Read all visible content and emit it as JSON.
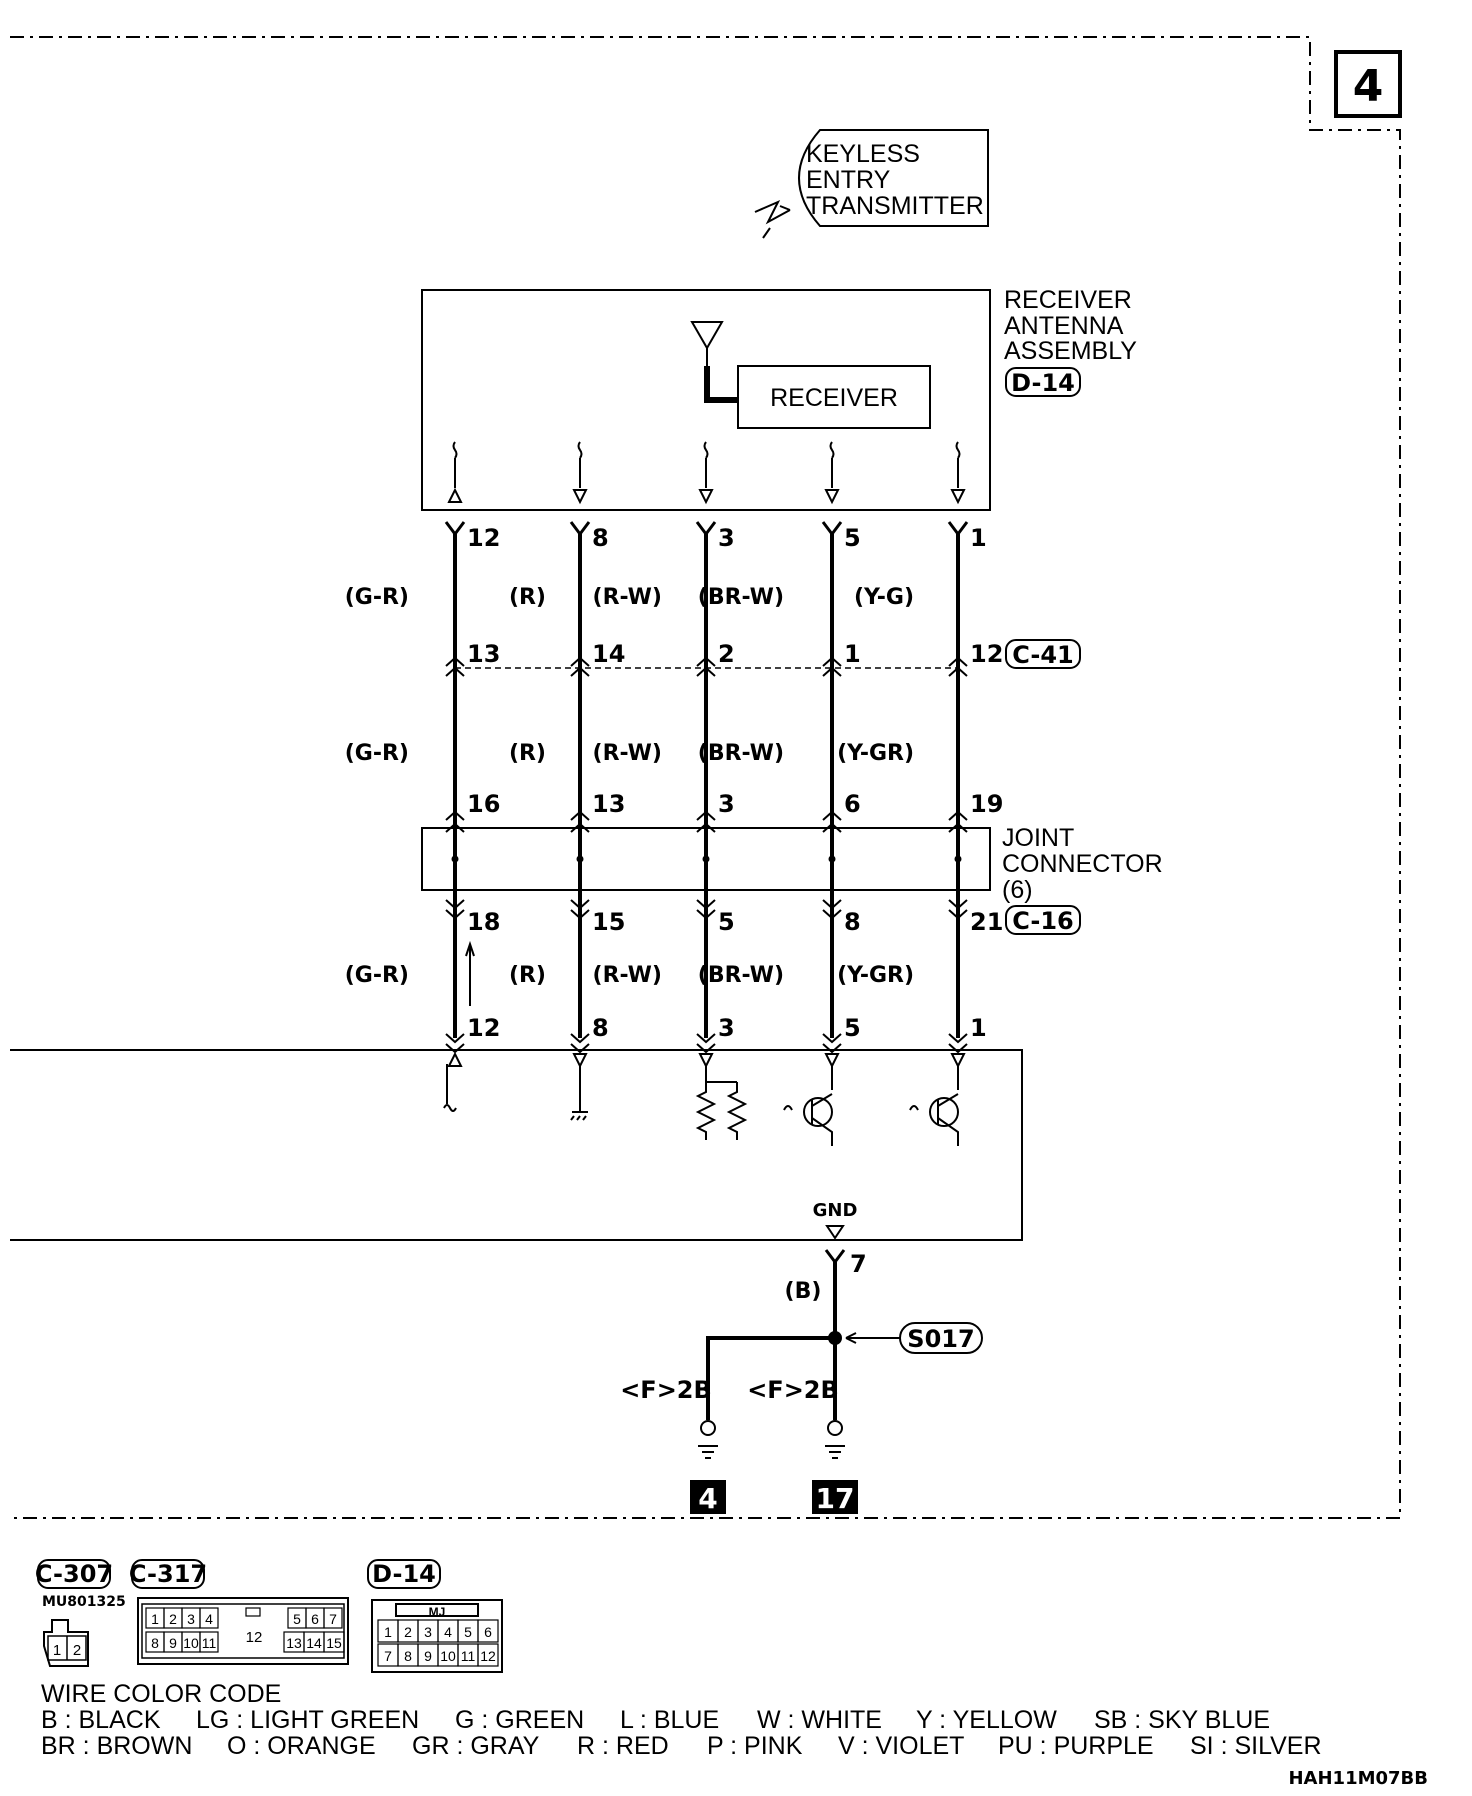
{
  "page_number": "4",
  "transmitter": {
    "line1": "KEYLESS",
    "line2": "ENTRY",
    "line3": "TRANSMITTER"
  },
  "receiver_assembly": {
    "line1": "RECEIVER",
    "line2": "ANTENNA",
    "line3": "ASSEMBLY",
    "connector": "D-14",
    "inner": "RECEIVER"
  },
  "connector_c41": "C-41",
  "joint_connector": {
    "line1": "JOINT",
    "line2": "CONNECTOR",
    "line3": "(6)",
    "connector": "C-16"
  },
  "wires": [
    {
      "pin_top": "12",
      "color_a": "(G-R)",
      "pin_c41_top": "13",
      "color_b": "(G-R)",
      "pin_joint_in": "16",
      "pin_joint_out": "18",
      "color_c": "(G-R)",
      "pin_bottom": "12"
    },
    {
      "pin_top": "8",
      "color_a": "(R)",
      "pin_c41_top": "14",
      "color_b": "(R)",
      "pin_joint_in": "13",
      "pin_joint_out": "15",
      "color_c": "(R)",
      "pin_bottom": "8"
    },
    {
      "pin_top": "3",
      "color_a": "(R-W)",
      "pin_c41_top": "2",
      "color_b": "(R-W)",
      "pin_joint_in": "3",
      "pin_joint_out": "5",
      "color_c": "(R-W)",
      "pin_bottom": "3"
    },
    {
      "pin_top": "5",
      "color_a": "(BR-W)",
      "pin_c41_top": "1",
      "color_b": "(BR-W)",
      "pin_joint_in": "6",
      "pin_joint_out": "8",
      "color_c": "(BR-W)",
      "pin_bottom": "5"
    },
    {
      "pin_top": "1",
      "color_a": "(Y-G)",
      "pin_c41_top": "12",
      "color_b": "(Y-GR)",
      "pin_joint_in": "19",
      "pin_joint_out": "21",
      "color_c": "(Y-GR)",
      "pin_bottom": "1"
    }
  ],
  "ground": {
    "label": "GND",
    "pin": "7",
    "wire_color": "(B)",
    "splice": "S017",
    "left_ref": "<F>2B",
    "right_ref": "<F>2B",
    "left_point": "4",
    "right_point": "17"
  },
  "connector_views": [
    {
      "name": "C-307",
      "part": "MU801325",
      "pins": [
        "1",
        "2"
      ]
    },
    {
      "name": "C-317",
      "pins_row1": [
        "1",
        "2",
        "3",
        "4",
        "5",
        "6",
        "7"
      ],
      "pins_row2": [
        "8",
        "9",
        "10",
        "11",
        "13",
        "14",
        "15"
      ],
      "center": "12"
    },
    {
      "name": "D-14",
      "tag": "MJ",
      "pins_row1": [
        "1",
        "2",
        "3",
        "4",
        "5",
        "6"
      ],
      "pins_row2": [
        "7",
        "8",
        "9",
        "10",
        "11",
        "12"
      ]
    }
  ],
  "legend": {
    "title": "WIRE COLOR CODE",
    "row1": [
      "B : BLACK",
      "LG : LIGHT GREEN",
      "G : GREEN",
      "L : BLUE",
      "W : WHITE",
      "Y : YELLOW",
      "SB : SKY BLUE"
    ],
    "row2": [
      "BR : BROWN",
      "O : ORANGE",
      "GR : GRAY",
      "R : RED",
      "P : PINK",
      "V : VIOLET",
      "PU : PURPLE",
      "SI : SILVER"
    ]
  },
  "figure_code": "HAH11M07BB"
}
